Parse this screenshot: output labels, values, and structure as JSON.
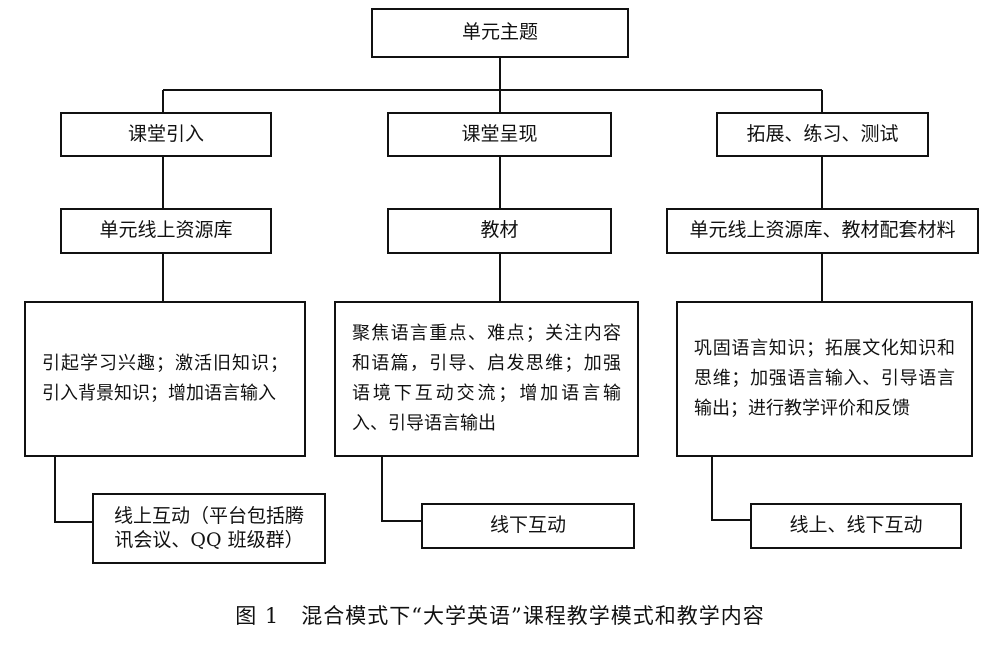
{
  "figure": {
    "root": "单元主题",
    "columns": [
      {
        "stage": "课堂引入",
        "resource": "单元线上资源库",
        "description": "引起学习兴趣；激活旧知识；引入背景知识；增加语言输入",
        "interaction": "线上互动（平台包括腾讯会议、QQ 班级群）"
      },
      {
        "stage": "课堂呈现",
        "resource": "教材",
        "description": "聚焦语言重点、难点；关注内容和语篇，引导、启发思维；加强语境下互动交流；增加语言输入、引导语言输出",
        "interaction": "线下互动"
      },
      {
        "stage": "拓展、练习、测试",
        "resource": "单元线上资源库、教材配套材料",
        "description": "巩固语言知识；拓展文化知识和思维；加强语言输入、引导语言输出；进行教学评价和反馈",
        "interaction": "线上、线下互动"
      }
    ]
  },
  "caption": "图 1　混合模式下“大学英语”课程教学模式和教学内容"
}
